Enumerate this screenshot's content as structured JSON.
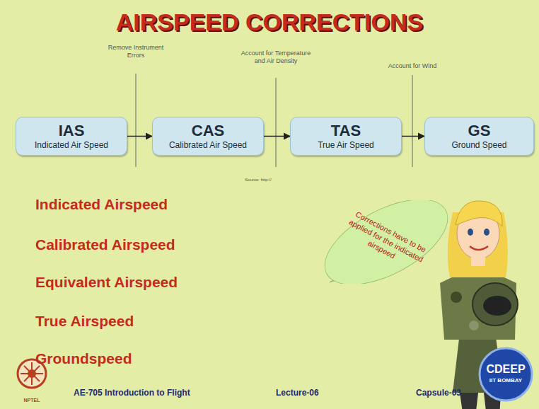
{
  "diagram": {
    "title": "AIRSPEED CORRECTIONS",
    "nodes": [
      {
        "text": [
          "IAS",
          "Indicated Air Speed"
        ]
      },
      {
        "text": [
          "CAS",
          "Calibrated Air Speed"
        ]
      },
      {
        "text": [
          "TAS",
          "True Air Speed"
        ]
      },
      {
        "text": [
          "GS",
          "Ground Speed"
        ]
      },
      {
        "text": [
          "Corrections have to be applied for the indicated airspeed"
        ]
      },
      {
        "text": [
          "CDEEP",
          "IIT BOMBAY"
        ]
      }
    ],
    "edges": [
      {
        "from": 0,
        "to": 1,
        "arrow": "to"
      },
      {
        "from": 1,
        "to": 2,
        "arrow": "to"
      },
      {
        "from": 2,
        "to": 3,
        "arrow": "to"
      }
    ],
    "labels": [
      "Remove Instrument Errors",
      "Account for Temperature and Air Density",
      "Account for Wind",
      "Source: http://",
      "Indicated Airspeed",
      "Calibrated Airspeed",
      "Equivalent Airspeed",
      "True Airspeed",
      "Groundspeed",
      "AE-705 Introduction to Flight",
      "Lecture-06",
      "Capsule-03",
      "NPTEL"
    ]
  }
}
